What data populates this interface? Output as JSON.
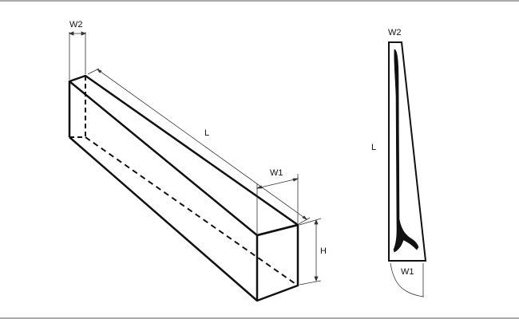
{
  "labels": {
    "w2_iso": "W2",
    "l_iso": "L",
    "w1_iso": "W1",
    "h_iso": "H",
    "w2_profile": "W2",
    "l_profile": "L",
    "w1_profile": "W1"
  },
  "colors": {
    "stroke": "#111111",
    "dimension": "#333333",
    "background": "#ffffff"
  }
}
